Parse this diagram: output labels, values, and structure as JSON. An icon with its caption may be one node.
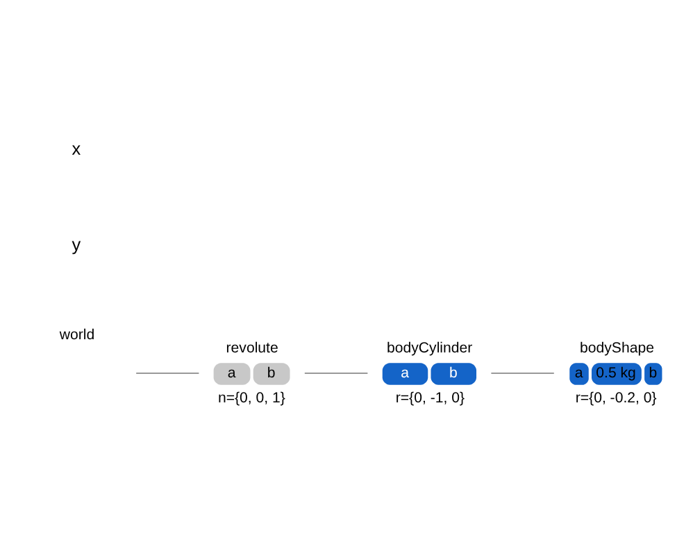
{
  "diagram": {
    "nodes": [
      {
        "text": [
          "world"
        ]
      },
      {
        "text": [
          "revolute",
          "a",
          "b"
        ],
        "beside": [
          "n={0, 0, 1}"
        ]
      },
      {
        "text": [
          "bodyCylinder",
          "a",
          "b"
        ],
        "beside": [
          "r={0, -1, 0}"
        ]
      },
      {
        "text": [
          "bodyShape",
          "a",
          "0.5 kg",
          "b"
        ],
        "beside": [
          "r={0, -0.2, 0}"
        ]
      }
    ],
    "edges": [
      {
        "from": 0,
        "to": 1,
        "arrow": "none"
      },
      {
        "from": 1,
        "to": 2,
        "arrow": "none"
      },
      {
        "from": 2,
        "to": 3,
        "arrow": "none"
      }
    ],
    "labels": [
      "y",
      "x"
    ]
  }
}
